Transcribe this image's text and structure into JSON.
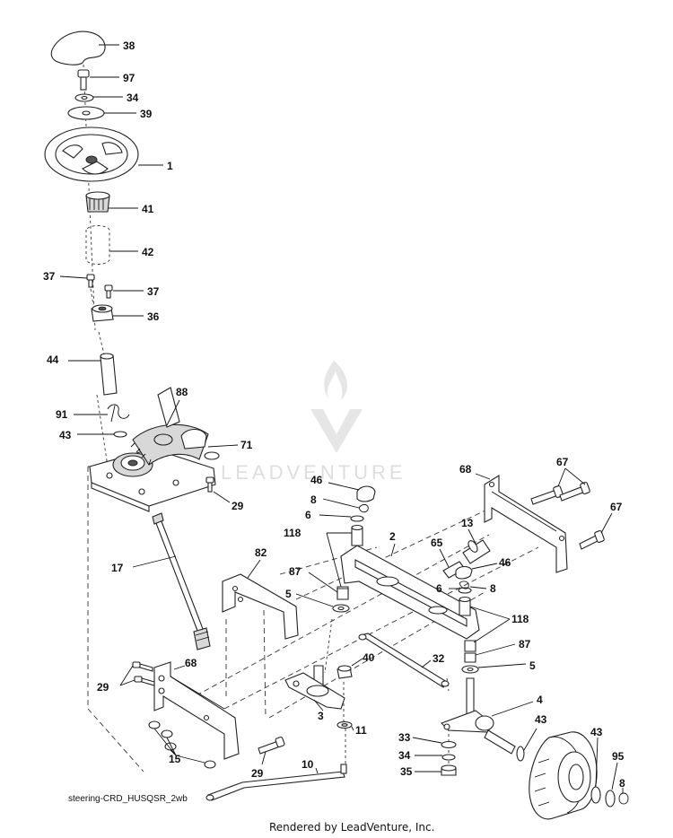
{
  "labels": {
    "l38": "38",
    "l97": "97",
    "l34a": "34",
    "l39": "39",
    "l1": "1",
    "l41": "41",
    "l42": "42",
    "l37a": "37",
    "l37b": "37",
    "l36": "36",
    "l44": "44",
    "l88": "88",
    "l91": "91",
    "l43a": "43",
    "l71": "71",
    "l29a": "29",
    "l17": "17",
    "l82": "82",
    "l46a": "46",
    "l8a": "8",
    "l6a": "6",
    "l118a": "118",
    "l87a": "87",
    "l5a": "5",
    "l2": "2",
    "l65": "65",
    "l13": "13",
    "l46b": "46",
    "l6b": "6",
    "l8b": "8",
    "l118b": "118",
    "l87b": "87",
    "l5b": "5",
    "l68a": "68",
    "l67a": "67",
    "l67b": "67",
    "l29b": "29",
    "l68b": "68",
    "l40": "40",
    "l32": "32",
    "l3": "3",
    "l11": "11",
    "l15": "15",
    "l29c": "29",
    "l10": "10",
    "l4": "4",
    "l43b": "43",
    "l33": "33",
    "l34b": "34",
    "l35": "35",
    "l43c": "43",
    "l95": "95",
    "l8c": "8"
  },
  "watermark": {
    "text": "LEADVENTURE"
  },
  "reference": "steering-CRD_HUSQSR_2wb",
  "footer": "Rendered by LeadVenture, Inc."
}
